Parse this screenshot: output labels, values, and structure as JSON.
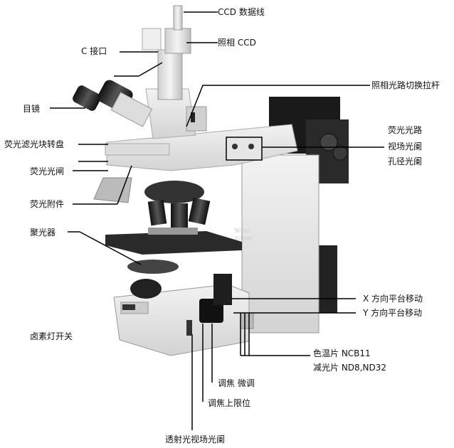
{
  "labels": {
    "ccd_cable": "CCD 数据线",
    "camera_ccd": "照相 CCD",
    "c_mount": "C 接口",
    "photo_path_lever": "照相光路切换拉杆",
    "eyepiece": "目镜",
    "filter_turret": "荧光滤光块转盘",
    "fluor_path": "荧光光路",
    "field_diaphragm": "视场光阑",
    "aperture_diaphragm": "孔径光阑",
    "fluor_shutter": "荧光光闸",
    "fluor_attachment": "荧光附件",
    "condenser": "聚光器",
    "x_stage": "X 方向平台移动",
    "y_stage": "Y 方向平台移动",
    "lamp_switch": "卤素灯开关",
    "ncb11": "色温片 NCB11",
    "nd_filters": "减光片 ND8,ND32",
    "fine_focus": "调焦 微调",
    "focus_limit": "调焦上限位",
    "transmitted_field": "透射光视场光阑"
  },
  "brand": {
    "name": "Nikon",
    "model": "Eclipse"
  },
  "colors": {
    "line": "#000000",
    "body": "#e6e6e6",
    "dark": "#1e1e1e"
  }
}
